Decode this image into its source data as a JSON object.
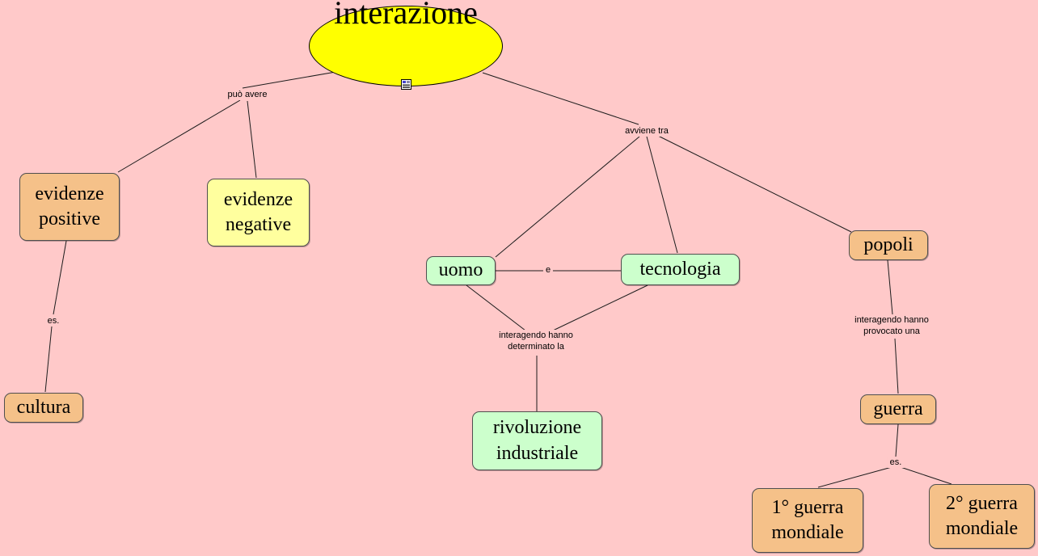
{
  "background": "#ffc9c9",
  "concept_map": {
    "root": {
      "label": "interazione"
    },
    "concepts": {
      "evidenze_positive": "evidenze\npositive",
      "evidenze_negative": "evidenze\nnegative",
      "uomo": "uomo",
      "tecnologia": "tecnologia",
      "popoli": "popoli",
      "cultura": "cultura",
      "rivoluzione_industriale": "rivoluzione\nindustriale",
      "guerra": "guerra",
      "prima_guerra_mondiale": "1° guerra\nmondiale",
      "seconda_guerra_mondiale": "2° guerra\nmondiale"
    },
    "linking_phrases": {
      "puo_avere": "può avere",
      "avviene_tra": "avviene tra",
      "e": "e",
      "es_cultura": "es.",
      "interagendo_determinato": "interagendo hanno\ndeterminato la",
      "interagendo_provocato": "interagendo hanno\nprovocato una",
      "es_guerre": "es."
    },
    "colors": {
      "root_fill": "#ffff00",
      "orange_fill": "#f5c189",
      "yellow_fill": "#ffff9e",
      "green_fill": "#ccffcc"
    }
  }
}
